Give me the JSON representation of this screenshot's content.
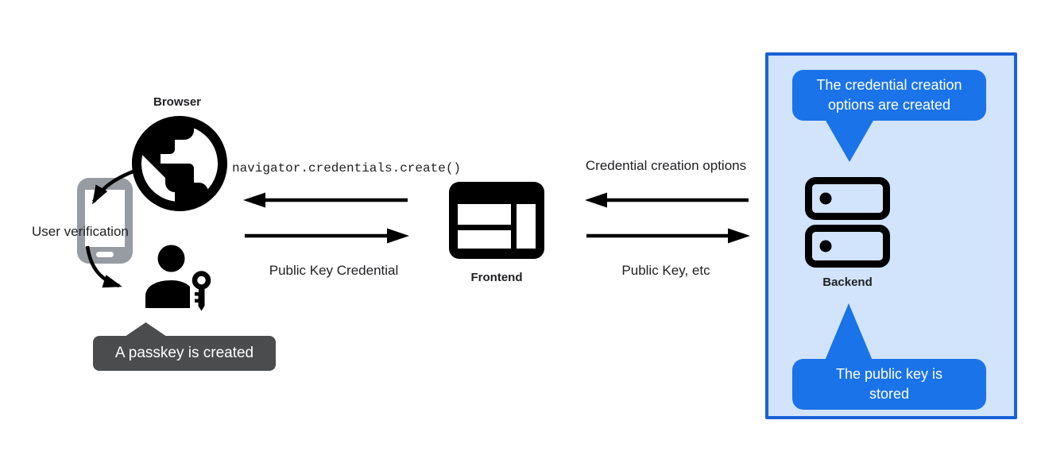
{
  "labels": {
    "browser": "Browser",
    "user_verification": "User verification",
    "frontend": "Frontend",
    "backend": "Backend"
  },
  "messages": {
    "create_call": "navigator.credentials.create()",
    "public_key_credential": "Public Key Credential",
    "credential_creation_options": "Credential creation options",
    "public_key_etc": "Public Key, etc"
  },
  "tooltips": {
    "passkey_created": "A passkey is created",
    "options_created": "The credential creation\noptions are created",
    "public_key_stored": "The public key is\nstored"
  },
  "icons": {
    "browser": "globe-icon",
    "authenticator": "smartphone-icon",
    "passkey": "person-key-icon",
    "frontend": "browser-window-icon",
    "backend": "server-stack-icon",
    "flows": [
      "arrow-left-icon",
      "arrow-right-icon",
      "curved-arrow-icon"
    ]
  },
  "colors": {
    "tooltip_blue": "#1a73e8",
    "panel_border": "#1961d6",
    "panel_bg": "#d2e3fc",
    "dark_tooltip_bg": "#4a4c4e",
    "phone_gray": "#969ca1",
    "icon_black": "#000000",
    "text_dark": "#202124"
  }
}
